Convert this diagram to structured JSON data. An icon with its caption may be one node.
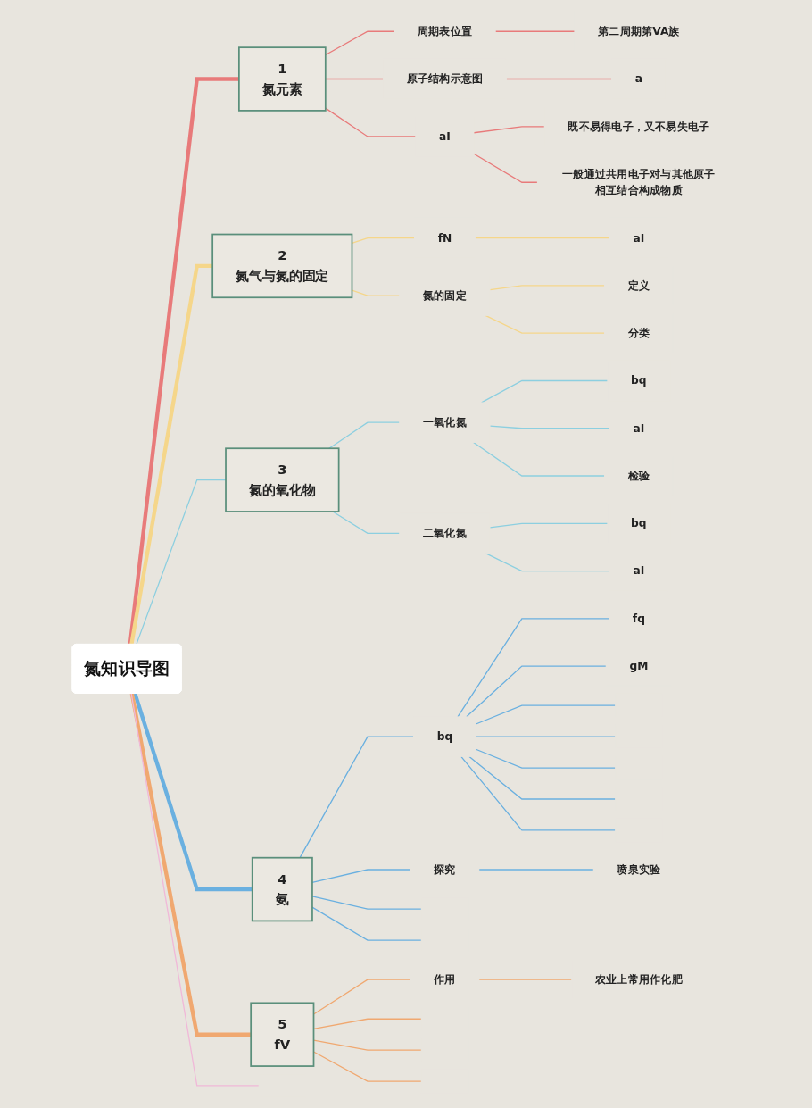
{
  "diagram": {
    "nodes": [
      {
        "text": [
          "氮知识导图"
        ]
      },
      {
        "text": [
          "1",
          "氮元素"
        ]
      },
      {
        "text": [
          "周期表位置"
        ]
      },
      {
        "text": [
          "第二周期第VA族"
        ]
      },
      {
        "text": [
          "原子结构示意图"
        ]
      },
      {
        "text": [
          "a"
        ]
      },
      {
        "text": [
          "aI"
        ]
      },
      {
        "text": [
          "既不易得电子，又不易失电子"
        ]
      },
      {
        "text": [
          "一般通过共用电子对与其他原子相互结合构成物质"
        ]
      },
      {
        "text": [
          "2",
          "氮气与氮的固定"
        ]
      },
      {
        "text": [
          "fN"
        ]
      },
      {
        "text": [
          "aI"
        ]
      },
      {
        "text": [
          "氮的固定"
        ]
      },
      {
        "text": [
          "定义"
        ]
      },
      {
        "text": [
          "分类"
        ]
      },
      {
        "text": [
          "3",
          "氮的氧化物"
        ]
      },
      {
        "text": [
          "一氧化氮"
        ]
      },
      {
        "text": [
          "bq"
        ]
      },
      {
        "text": [
          "aI"
        ]
      },
      {
        "text": [
          "检验"
        ]
      },
      {
        "text": [
          "二氧化氮"
        ]
      },
      {
        "text": [
          "bq"
        ]
      },
      {
        "text": [
          "aI"
        ]
      },
      {
        "text": [
          "4",
          "氨"
        ]
      },
      {
        "text": [
          "bq"
        ]
      },
      {
        "text": [
          "fq"
        ]
      },
      {
        "text": [
          "gM"
        ]
      },
      {
        "text": [
          "探究"
        ]
      },
      {
        "text": [
          "喷泉实验"
        ]
      },
      {
        "text": [
          "5",
          "fV"
        ]
      },
      {
        "text": [
          "作用"
        ]
      },
      {
        "text": [
          "农业上常用作化肥"
        ]
      }
    ],
    "edges": [
      {
        "from": 0,
        "to": 1,
        "arrow": "none",
        "style": "thick",
        "color": "#e87a7a"
      },
      {
        "from": 1,
        "to": 2,
        "arrow": "none",
        "color": "#e87a7a"
      },
      {
        "from": 2,
        "to": 3,
        "arrow": "none",
        "color": "#e87a7a"
      },
      {
        "from": 1,
        "to": 4,
        "arrow": "none",
        "color": "#e87a7a"
      },
      {
        "from": 4,
        "to": 5,
        "arrow": "none",
        "color": "#e87a7a"
      },
      {
        "from": 1,
        "to": 6,
        "arrow": "none",
        "color": "#e87a7a"
      },
      {
        "from": 6,
        "to": 7,
        "arrow": "none",
        "color": "#e87a7a"
      },
      {
        "from": 6,
        "to": 8,
        "arrow": "none",
        "color": "#e87a7a"
      },
      {
        "from": 0,
        "to": 9,
        "arrow": "none",
        "style": "thick",
        "color": "#f5d68a"
      },
      {
        "from": 9,
        "to": 10,
        "arrow": "none",
        "color": "#f5d68a"
      },
      {
        "from": 10,
        "to": 11,
        "arrow": "none",
        "color": "#f5d68a"
      },
      {
        "from": 9,
        "to": 12,
        "arrow": "none",
        "color": "#f5d68a"
      },
      {
        "from": 12,
        "to": 13,
        "arrow": "none",
        "color": "#f5d68a"
      },
      {
        "from": 12,
        "to": 14,
        "arrow": "none",
        "color": "#f5d68a"
      },
      {
        "from": 0,
        "to": 15,
        "arrow": "none",
        "color": "#8ccfe0"
      },
      {
        "from": 15,
        "to": 16,
        "arrow": "none",
        "color": "#8ccfe0"
      },
      {
        "from": 16,
        "to": 17,
        "arrow": "none",
        "color": "#8ccfe0"
      },
      {
        "from": 16,
        "to": 18,
        "arrow": "none",
        "color": "#8ccfe0"
      },
      {
        "from": 16,
        "to": 19,
        "arrow": "none",
        "color": "#8ccfe0"
      },
      {
        "from": 15,
        "to": 20,
        "arrow": "none",
        "color": "#8ccfe0"
      },
      {
        "from": 20,
        "to": 21,
        "arrow": "none",
        "color": "#8ccfe0"
      },
      {
        "from": 20,
        "to": 22,
        "arrow": "none",
        "color": "#8ccfe0"
      },
      {
        "from": 0,
        "to": 23,
        "arrow": "none",
        "style": "thick",
        "color": "#6ab0e0"
      },
      {
        "from": 23,
        "to": 24,
        "arrow": "none",
        "color": "#6ab0e0"
      },
      {
        "from": 24,
        "to": 25,
        "arrow": "none",
        "color": "#6ab0e0"
      },
      {
        "from": 24,
        "to": 26,
        "arrow": "none",
        "color": "#6ab0e0"
      },
      {
        "from": 24,
        "to": null,
        "arrow": "none",
        "color": "#6ab0e0"
      },
      {
        "from": 24,
        "to": null,
        "arrow": "none",
        "color": "#6ab0e0"
      },
      {
        "from": 24,
        "to": null,
        "arrow": "none",
        "color": "#6ab0e0"
      },
      {
        "from": 24,
        "to": null,
        "arrow": "none",
        "color": "#6ab0e0"
      },
      {
        "from": 24,
        "to": null,
        "arrow": "none",
        "color": "#6ab0e0"
      },
      {
        "from": 23,
        "to": 27,
        "arrow": "none",
        "color": "#6ab0e0"
      },
      {
        "from": 27,
        "to": 28,
        "arrow": "none",
        "color": "#6ab0e0"
      },
      {
        "from": 23,
        "to": null,
        "arrow": "none",
        "color": "#6ab0e0"
      },
      {
        "from": 23,
        "to": null,
        "arrow": "none",
        "color": "#6ab0e0"
      },
      {
        "from": 0,
        "to": 29,
        "arrow": "none",
        "style": "thick",
        "color": "#f0a870"
      },
      {
        "from": 29,
        "to": 30,
        "arrow": "none",
        "color": "#f0a870"
      },
      {
        "from": 30,
        "to": 31,
        "arrow": "none",
        "color": "#f0a870"
      },
      {
        "from": 29,
        "to": null,
        "arrow": "none",
        "color": "#f0a870"
      },
      {
        "from": 29,
        "to": null,
        "arrow": "none",
        "color": "#f0a870"
      },
      {
        "from": 29,
        "to": null,
        "arrow": "none",
        "color": "#f0a870"
      },
      {
        "from": 0,
        "to": null,
        "arrow": "none",
        "color": "#f0b8d8"
      }
    ]
  }
}
